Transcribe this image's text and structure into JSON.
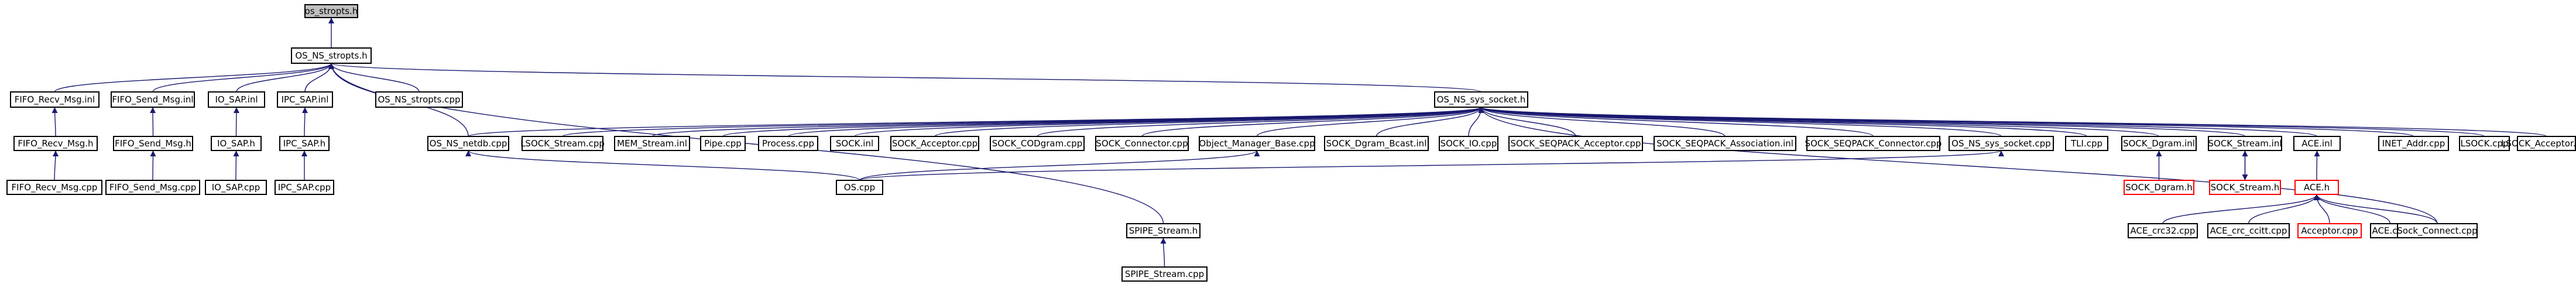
{
  "graph": {
    "nodes": [
      {
        "id": "os_stropts_h",
        "label": "os_stropts.h",
        "style": "root"
      },
      {
        "id": "os_ns_stropts_h",
        "label": "OS_NS_stropts.h",
        "style": "normal"
      },
      {
        "id": "fifo_recv_msg_inl",
        "label": "FIFO_Recv_Msg.inl",
        "style": "normal"
      },
      {
        "id": "fifo_send_msg_inl",
        "label": "FIFO_Send_Msg.inl",
        "style": "normal"
      },
      {
        "id": "io_sap_inl",
        "label": "IO_SAP.inl",
        "style": "normal"
      },
      {
        "id": "ipc_sap_inl",
        "label": "IPC_SAP.inl",
        "style": "normal"
      },
      {
        "id": "os_ns_stropts_cpp",
        "label": "OS_NS_stropts.cpp",
        "style": "normal"
      },
      {
        "id": "fifo_recv_msg_h",
        "label": "FIFO_Recv_Msg.h",
        "style": "normal"
      },
      {
        "id": "fifo_send_msg_h",
        "label": "FIFO_Send_Msg.h",
        "style": "normal"
      },
      {
        "id": "io_sap_h",
        "label": "IO_SAP.h",
        "style": "normal"
      },
      {
        "id": "ipc_sap_h",
        "label": "IPC_SAP.h",
        "style": "normal"
      },
      {
        "id": "fifo_recv_msg_cpp",
        "label": "FIFO_Recv_Msg.cpp",
        "style": "normal"
      },
      {
        "id": "fifo_send_msg_cpp",
        "label": "FIFO_Send_Msg.cpp",
        "style": "normal"
      },
      {
        "id": "io_sap_cpp",
        "label": "IO_SAP.cpp",
        "style": "normal"
      },
      {
        "id": "ipc_sap_cpp",
        "label": "IPC_SAP.cpp",
        "style": "normal"
      },
      {
        "id": "os_ns_sys_socket_h",
        "label": "OS_NS_sys_socket.h",
        "style": "normal"
      },
      {
        "id": "os_ns_netdb_cpp",
        "label": "OS_NS_netdb.cpp",
        "style": "normal"
      },
      {
        "id": "lsock_stream_cpp",
        "label": "LSOCK_Stream.cpp",
        "style": "normal"
      },
      {
        "id": "mem_stream_inl",
        "label": "MEM_Stream.inl",
        "style": "normal"
      },
      {
        "id": "pipe_cpp",
        "label": "Pipe.cpp",
        "style": "normal"
      },
      {
        "id": "process_cpp",
        "label": "Process.cpp",
        "style": "normal"
      },
      {
        "id": "sock_inl",
        "label": "SOCK.inl",
        "style": "normal"
      },
      {
        "id": "sock_acceptor_cpp",
        "label": "SOCK_Acceptor.cpp",
        "style": "normal"
      },
      {
        "id": "sock_codgram_cpp",
        "label": "SOCK_CODgram.cpp",
        "style": "normal"
      },
      {
        "id": "sock_connector_cpp",
        "label": "SOCK_Connector.cpp",
        "style": "normal"
      },
      {
        "id": "object_manager_base_cpp",
        "label": "Object_Manager_Base.cpp",
        "style": "normal"
      },
      {
        "id": "sock_dgram_bcast_inl",
        "label": "SOCK_Dgram_Bcast.inl",
        "style": "normal"
      },
      {
        "id": "sock_io_cpp",
        "label": "SOCK_IO.cpp",
        "style": "normal"
      },
      {
        "id": "sock_seqpack_acceptor_cpp",
        "label": "SOCK_SEQPACK_Acceptor.cpp",
        "style": "normal"
      },
      {
        "id": "sock_seqpack_association_inl",
        "label": "SOCK_SEQPACK_Association.inl",
        "style": "normal"
      },
      {
        "id": "sock_seqpack_connector_cpp",
        "label": "SOCK_SEQPACK_Connector.cpp",
        "style": "normal"
      },
      {
        "id": "os_ns_sys_socket_cpp",
        "label": "OS_NS_sys_socket.cpp",
        "style": "normal"
      },
      {
        "id": "tli_cpp",
        "label": "TLI.cpp",
        "style": "normal"
      },
      {
        "id": "sock_dgram_inl",
        "label": "SOCK_Dgram.inl",
        "style": "normal"
      },
      {
        "id": "sock_stream_inl",
        "label": "SOCK_Stream.inl",
        "style": "normal"
      },
      {
        "id": "ace_inl",
        "label": "ACE.inl",
        "style": "normal"
      },
      {
        "id": "inet_addr_cpp",
        "label": "INET_Addr.cpp",
        "style": "normal"
      },
      {
        "id": "lsock_cpp",
        "label": "LSOCK.cpp",
        "style": "normal"
      },
      {
        "id": "lsock_acceptor_cpp",
        "label": "LSOCK_Acceptor.cpp",
        "style": "normal"
      },
      {
        "id": "os_cpp",
        "label": "OS.cpp",
        "style": "normal"
      },
      {
        "id": "sock_dgram_h",
        "label": "SOCK_Dgram.h",
        "style": "truncated"
      },
      {
        "id": "sock_stream_h",
        "label": "SOCK_Stream.h",
        "style": "truncated"
      },
      {
        "id": "ace_h",
        "label": "ACE.h",
        "style": "truncated"
      },
      {
        "id": "spipe_stream_h",
        "label": "SPIPE_Stream.h",
        "style": "normal"
      },
      {
        "id": "spipe_stream_cpp",
        "label": "SPIPE_Stream.cpp",
        "style": "normal"
      },
      {
        "id": "ace_crc32_cpp",
        "label": "ACE_crc32.cpp",
        "style": "normal"
      },
      {
        "id": "ace_crc_ccitt_cpp",
        "label": "ACE_crc_ccitt.cpp",
        "style": "normal"
      },
      {
        "id": "acceptor_cpp",
        "label": "Acceptor.cpp",
        "style": "truncated"
      },
      {
        "id": "ace_cpp",
        "label": "ACE.cpp",
        "style": "normal"
      },
      {
        "id": "sock_connect_cpp",
        "label": "Sock_Connect.cpp",
        "style": "normal"
      }
    ],
    "edges": [
      [
        "os_ns_stropts_h",
        "os_stropts_h"
      ],
      [
        "fifo_recv_msg_inl",
        "os_ns_stropts_h"
      ],
      [
        "fifo_send_msg_inl",
        "os_ns_stropts_h"
      ],
      [
        "io_sap_inl",
        "os_ns_stropts_h"
      ],
      [
        "ipc_sap_inl",
        "os_ns_stropts_h"
      ],
      [
        "os_ns_stropts_cpp",
        "os_ns_stropts_h"
      ],
      [
        "os_ns_netdb_cpp",
        "os_ns_stropts_h"
      ],
      [
        "spipe_stream_h",
        "os_ns_stropts_h"
      ],
      [
        "os_ns_sys_socket_h",
        "os_ns_stropts_h"
      ],
      [
        "fifo_recv_msg_h",
        "fifo_recv_msg_inl"
      ],
      [
        "fifo_send_msg_h",
        "fifo_send_msg_inl"
      ],
      [
        "io_sap_h",
        "io_sap_inl"
      ],
      [
        "ipc_sap_h",
        "ipc_sap_inl"
      ],
      [
        "fifo_recv_msg_cpp",
        "fifo_recv_msg_h"
      ],
      [
        "fifo_send_msg_cpp",
        "fifo_send_msg_h"
      ],
      [
        "io_sap_cpp",
        "io_sap_h"
      ],
      [
        "ipc_sap_cpp",
        "ipc_sap_h"
      ],
      [
        "os_ns_netdb_cpp",
        "os_ns_sys_socket_h"
      ],
      [
        "lsock_stream_cpp",
        "os_ns_sys_socket_h"
      ],
      [
        "mem_stream_inl",
        "os_ns_sys_socket_h"
      ],
      [
        "pipe_cpp",
        "os_ns_sys_socket_h"
      ],
      [
        "process_cpp",
        "os_ns_sys_socket_h"
      ],
      [
        "sock_inl",
        "os_ns_sys_socket_h"
      ],
      [
        "sock_acceptor_cpp",
        "os_ns_sys_socket_h"
      ],
      [
        "sock_codgram_cpp",
        "os_ns_sys_socket_h"
      ],
      [
        "sock_connector_cpp",
        "os_ns_sys_socket_h"
      ],
      [
        "object_manager_base_cpp",
        "os_ns_sys_socket_h"
      ],
      [
        "sock_dgram_bcast_inl",
        "os_ns_sys_socket_h"
      ],
      [
        "sock_io_cpp",
        "os_ns_sys_socket_h"
      ],
      [
        "sock_seqpack_acceptor_cpp",
        "os_ns_sys_socket_h"
      ],
      [
        "sock_seqpack_association_inl",
        "os_ns_sys_socket_h"
      ],
      [
        "sock_seqpack_connector_cpp",
        "os_ns_sys_socket_h"
      ],
      [
        "os_ns_sys_socket_cpp",
        "os_ns_sys_socket_h"
      ],
      [
        "tli_cpp",
        "os_ns_sys_socket_h"
      ],
      [
        "sock_dgram_inl",
        "os_ns_sys_socket_h"
      ],
      [
        "sock_stream_inl",
        "os_ns_sys_socket_h"
      ],
      [
        "ace_inl",
        "os_ns_sys_socket_h"
      ],
      [
        "inet_addr_cpp",
        "os_ns_sys_socket_h"
      ],
      [
        "lsock_cpp",
        "os_ns_sys_socket_h"
      ],
      [
        "lsock_acceptor_cpp",
        "os_ns_sys_socket_h"
      ],
      [
        "sock_connect_cpp",
        "os_ns_sys_socket_h"
      ],
      [
        "os_cpp",
        "os_ns_netdb_cpp"
      ],
      [
        "os_cpp",
        "object_manager_base_cpp"
      ],
      [
        "os_cpp",
        "os_ns_sys_socket_cpp"
      ],
      [
        "sock_dgram_h",
        "sock_dgram_inl"
      ],
      [
        "sock_stream_h",
        "sock_stream_inl"
      ],
      [
        "sock_stream_inl",
        "sock_stream_h"
      ],
      [
        "ace_h",
        "ace_inl"
      ],
      [
        "spipe_stream_cpp",
        "spipe_stream_h"
      ],
      [
        "ace_crc32_cpp",
        "ace_h"
      ],
      [
        "ace_crc_ccitt_cpp",
        "ace_h"
      ],
      [
        "acceptor_cpp",
        "ace_h"
      ],
      [
        "ace_cpp",
        "ace_h"
      ],
      [
        "sock_connect_cpp",
        "ace_h"
      ]
    ]
  },
  "colors": {
    "root_fill": "#c0c0c0",
    "normal_fill": "#ffffff",
    "normal_border": "#000000",
    "truncated_border": "#ff0000",
    "edge": "#191970",
    "text": "#000000"
  }
}
